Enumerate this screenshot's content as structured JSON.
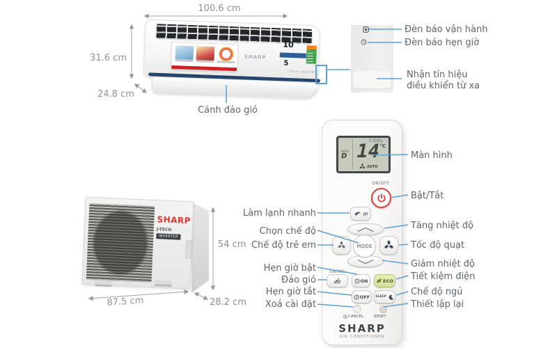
{
  "colors": {
    "leader_line": "#5c9fd6",
    "dimension_line": "#a0a0a0",
    "label_text": "#5f6469",
    "dim_text": "#8d9195",
    "sharp_red": "#e3342f",
    "power_red": "#dd3b36",
    "eco_green": "#d6dea0",
    "lcd_screen": "#c7cbbd",
    "deflector_navy": "#25456b"
  },
  "indoor_unit": {
    "width_label": "100.6 cm",
    "height_label": "31.6 cm",
    "depth_label": "24.8 cm",
    "brand": "SHARP",
    "deflector_label": "Cánh đảo gió",
    "badge_10": "10",
    "badge_5": "5",
    "tech_label": "J-TECH INVERTER"
  },
  "receiver_panel": {
    "operation_light_label": "Đèn báo vận hành",
    "timer_light_label": "Đèn báo hẹn giờ",
    "signal_label": "Nhận tín hiệu\nđiều khiển từ xa"
  },
  "outdoor_unit": {
    "brand": "SHARP",
    "tech_line1": "J-TECH",
    "tech_line2": "INVERTER",
    "width_label": "87.5 cm",
    "height_label": "54 cm",
    "depth_label": "28.2 cm"
  },
  "remote": {
    "display": {
      "mode": "COOL",
      "temperature": "14",
      "temp_unit": "°C",
      "auto_small": "AUTO",
      "d_indicator": "D",
      "fan_auto": "AUTO"
    },
    "buttons": {
      "power_label": "ON/OFF",
      "jet": "JET",
      "mode": "MODE",
      "swing_label": "SWING",
      "timer_on": "ON",
      "eco": "ECO",
      "timer_off": "OFF",
      "sleep": "SLEEP",
      "cancel": "CANCEL",
      "reset": "RESET"
    },
    "brand": "SHARP",
    "brand_sub": "AIR CONDITIONER",
    "left_labels": [
      "Làm lạnh nhanh",
      "Chọn chế độ",
      "Chế độ trẻ em",
      "Hẹn giờ bật",
      "Đảo gió",
      "Hẹn giờ tắt",
      "Xoá cài đặt"
    ],
    "right_labels": [
      "Màn hình",
      "Bật/Tắt",
      "Tăng nhiệt độ",
      "Tốc độ quạt",
      "Giảm nhiệt độ",
      "Tiết kiệm điện",
      "Chế độ ngủ",
      "Thiết lập lại"
    ]
  }
}
